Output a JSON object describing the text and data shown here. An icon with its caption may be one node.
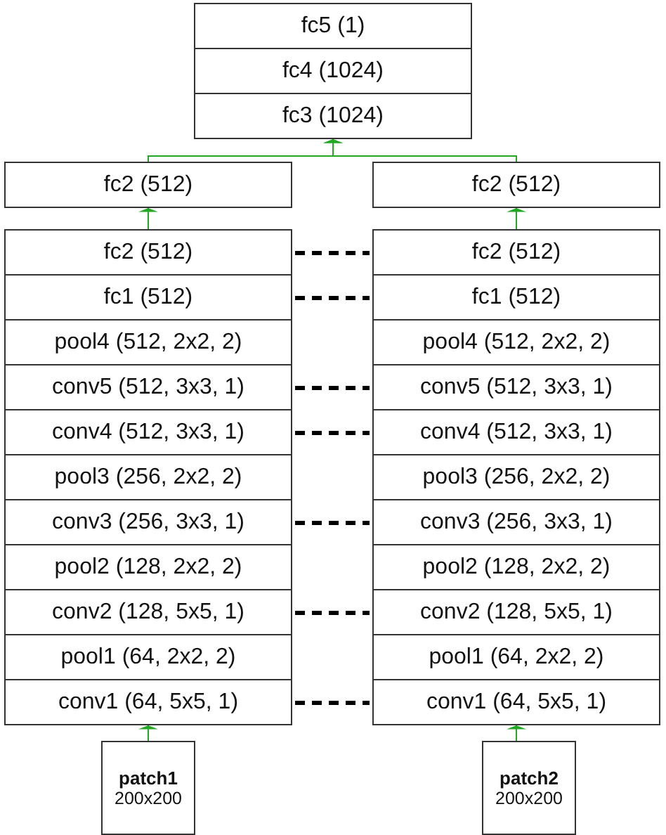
{
  "diagram": {
    "nodes": [
      {
        "text": [
          "fc5 (1)"
        ]
      },
      {
        "text": [
          "fc4 (1024)"
        ]
      },
      {
        "text": [
          "fc3 (1024)"
        ]
      },
      {
        "text": [
          "fc2 (512)"
        ]
      },
      {
        "text": [
          "fc2 (512)"
        ]
      },
      {
        "text": [
          "fc2 (512)"
        ]
      },
      {
        "text": [
          "fc1 (512)"
        ]
      },
      {
        "text": [
          "pool4 (512, 2x2, 2)"
        ]
      },
      {
        "text": [
          "conv5 (512, 3x3, 1)"
        ]
      },
      {
        "text": [
          "conv4 (512, 3x3, 1)"
        ]
      },
      {
        "text": [
          "pool3 (256, 2x2, 2)"
        ]
      },
      {
        "text": [
          "conv3 (256, 3x3, 1)"
        ]
      },
      {
        "text": [
          "pool2 (128, 2x2, 2)"
        ]
      },
      {
        "text": [
          "conv2 (128, 5x5, 1)"
        ]
      },
      {
        "text": [
          "pool1 (64, 2x2, 2)"
        ]
      },
      {
        "text": [
          "conv1 (64, 5x5, 1)"
        ]
      },
      {
        "text": [
          "fc2 (512)"
        ]
      },
      {
        "text": [
          "fc1 (512)"
        ]
      },
      {
        "text": [
          "pool4 (512, 2x2, 2)"
        ]
      },
      {
        "text": [
          "conv5 (512, 3x3, 1)"
        ]
      },
      {
        "text": [
          "conv4 (512, 3x3, 1)"
        ]
      },
      {
        "text": [
          "pool3 (256, 2x2, 2)"
        ]
      },
      {
        "text": [
          "conv3 (256, 3x3, 1)"
        ]
      },
      {
        "text": [
          "pool2 (128, 2x2, 2)"
        ]
      },
      {
        "text": [
          "conv2 (128, 5x5, 1)"
        ]
      },
      {
        "text": [
          "pool1 (64, 2x2, 2)"
        ]
      },
      {
        "text": [
          "conv1 (64, 5x5, 1)"
        ]
      },
      {
        "text": [
          "patch1",
          "200x200"
        ]
      },
      {
        "text": [
          "patch2",
          "200x200"
        ]
      }
    ],
    "edges": [
      {
        "from": 27,
        "to": 15,
        "arrow": "to",
        "color": "#22a822"
      },
      {
        "from": 28,
        "to": 26,
        "arrow": "to",
        "color": "#22a822"
      },
      {
        "from": 5,
        "to": 3,
        "arrow": "to",
        "color": "#22a822"
      },
      {
        "from": 16,
        "to": 4,
        "arrow": "to",
        "color": "#22a822"
      },
      {
        "from": 3,
        "to": 2,
        "arrow": "to",
        "color": "#22a822"
      },
      {
        "from": 4,
        "to": 2,
        "arrow": "to",
        "color": "#22a822"
      },
      {
        "from": 5,
        "to": 16,
        "arrow": "none",
        "style": "dashed"
      },
      {
        "from": 6,
        "to": 17,
        "arrow": "none",
        "style": "dashed"
      },
      {
        "from": 8,
        "to": 19,
        "arrow": "none",
        "style": "dashed"
      },
      {
        "from": 9,
        "to": 20,
        "arrow": "none",
        "style": "dashed"
      },
      {
        "from": 11,
        "to": 22,
        "arrow": "none",
        "style": "dashed"
      },
      {
        "from": 13,
        "to": 24,
        "arrow": "none",
        "style": "dashed"
      },
      {
        "from": 15,
        "to": 26,
        "arrow": "none",
        "style": "dashed"
      }
    ]
  }
}
